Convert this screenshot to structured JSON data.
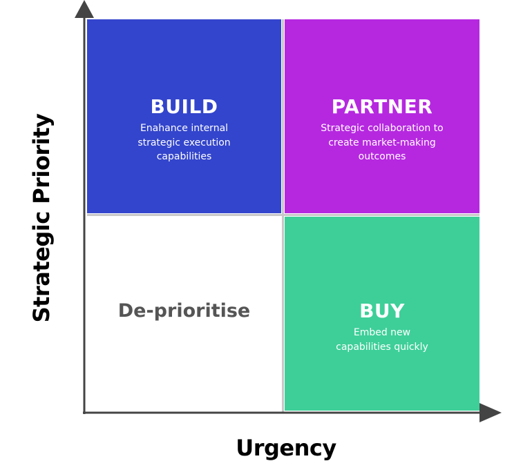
{
  "colors": {
    "build": "#3345cc",
    "partner": "#b628e0",
    "buy": "#3ecf99",
    "deprioritise_bg": "#ffffff",
    "deprioritise_text": "#555555",
    "grid_line": "#c8c8c8",
    "axis": "#444444"
  },
  "axes": {
    "y_label": "Strategic Priority",
    "x_label": "Urgency"
  },
  "quadrants": {
    "build": {
      "title": "BUILD",
      "description": "Enahance internal\nstrategic execution\ncapabilities"
    },
    "partner": {
      "title": "PARTNER",
      "description": "Strategic collaboration to\ncreate market-making\noutcomes"
    },
    "deprioritise": {
      "title": "De-prioritise"
    },
    "buy": {
      "title": "BUY",
      "description": "Embed new\ncapabilities quickly"
    }
  }
}
